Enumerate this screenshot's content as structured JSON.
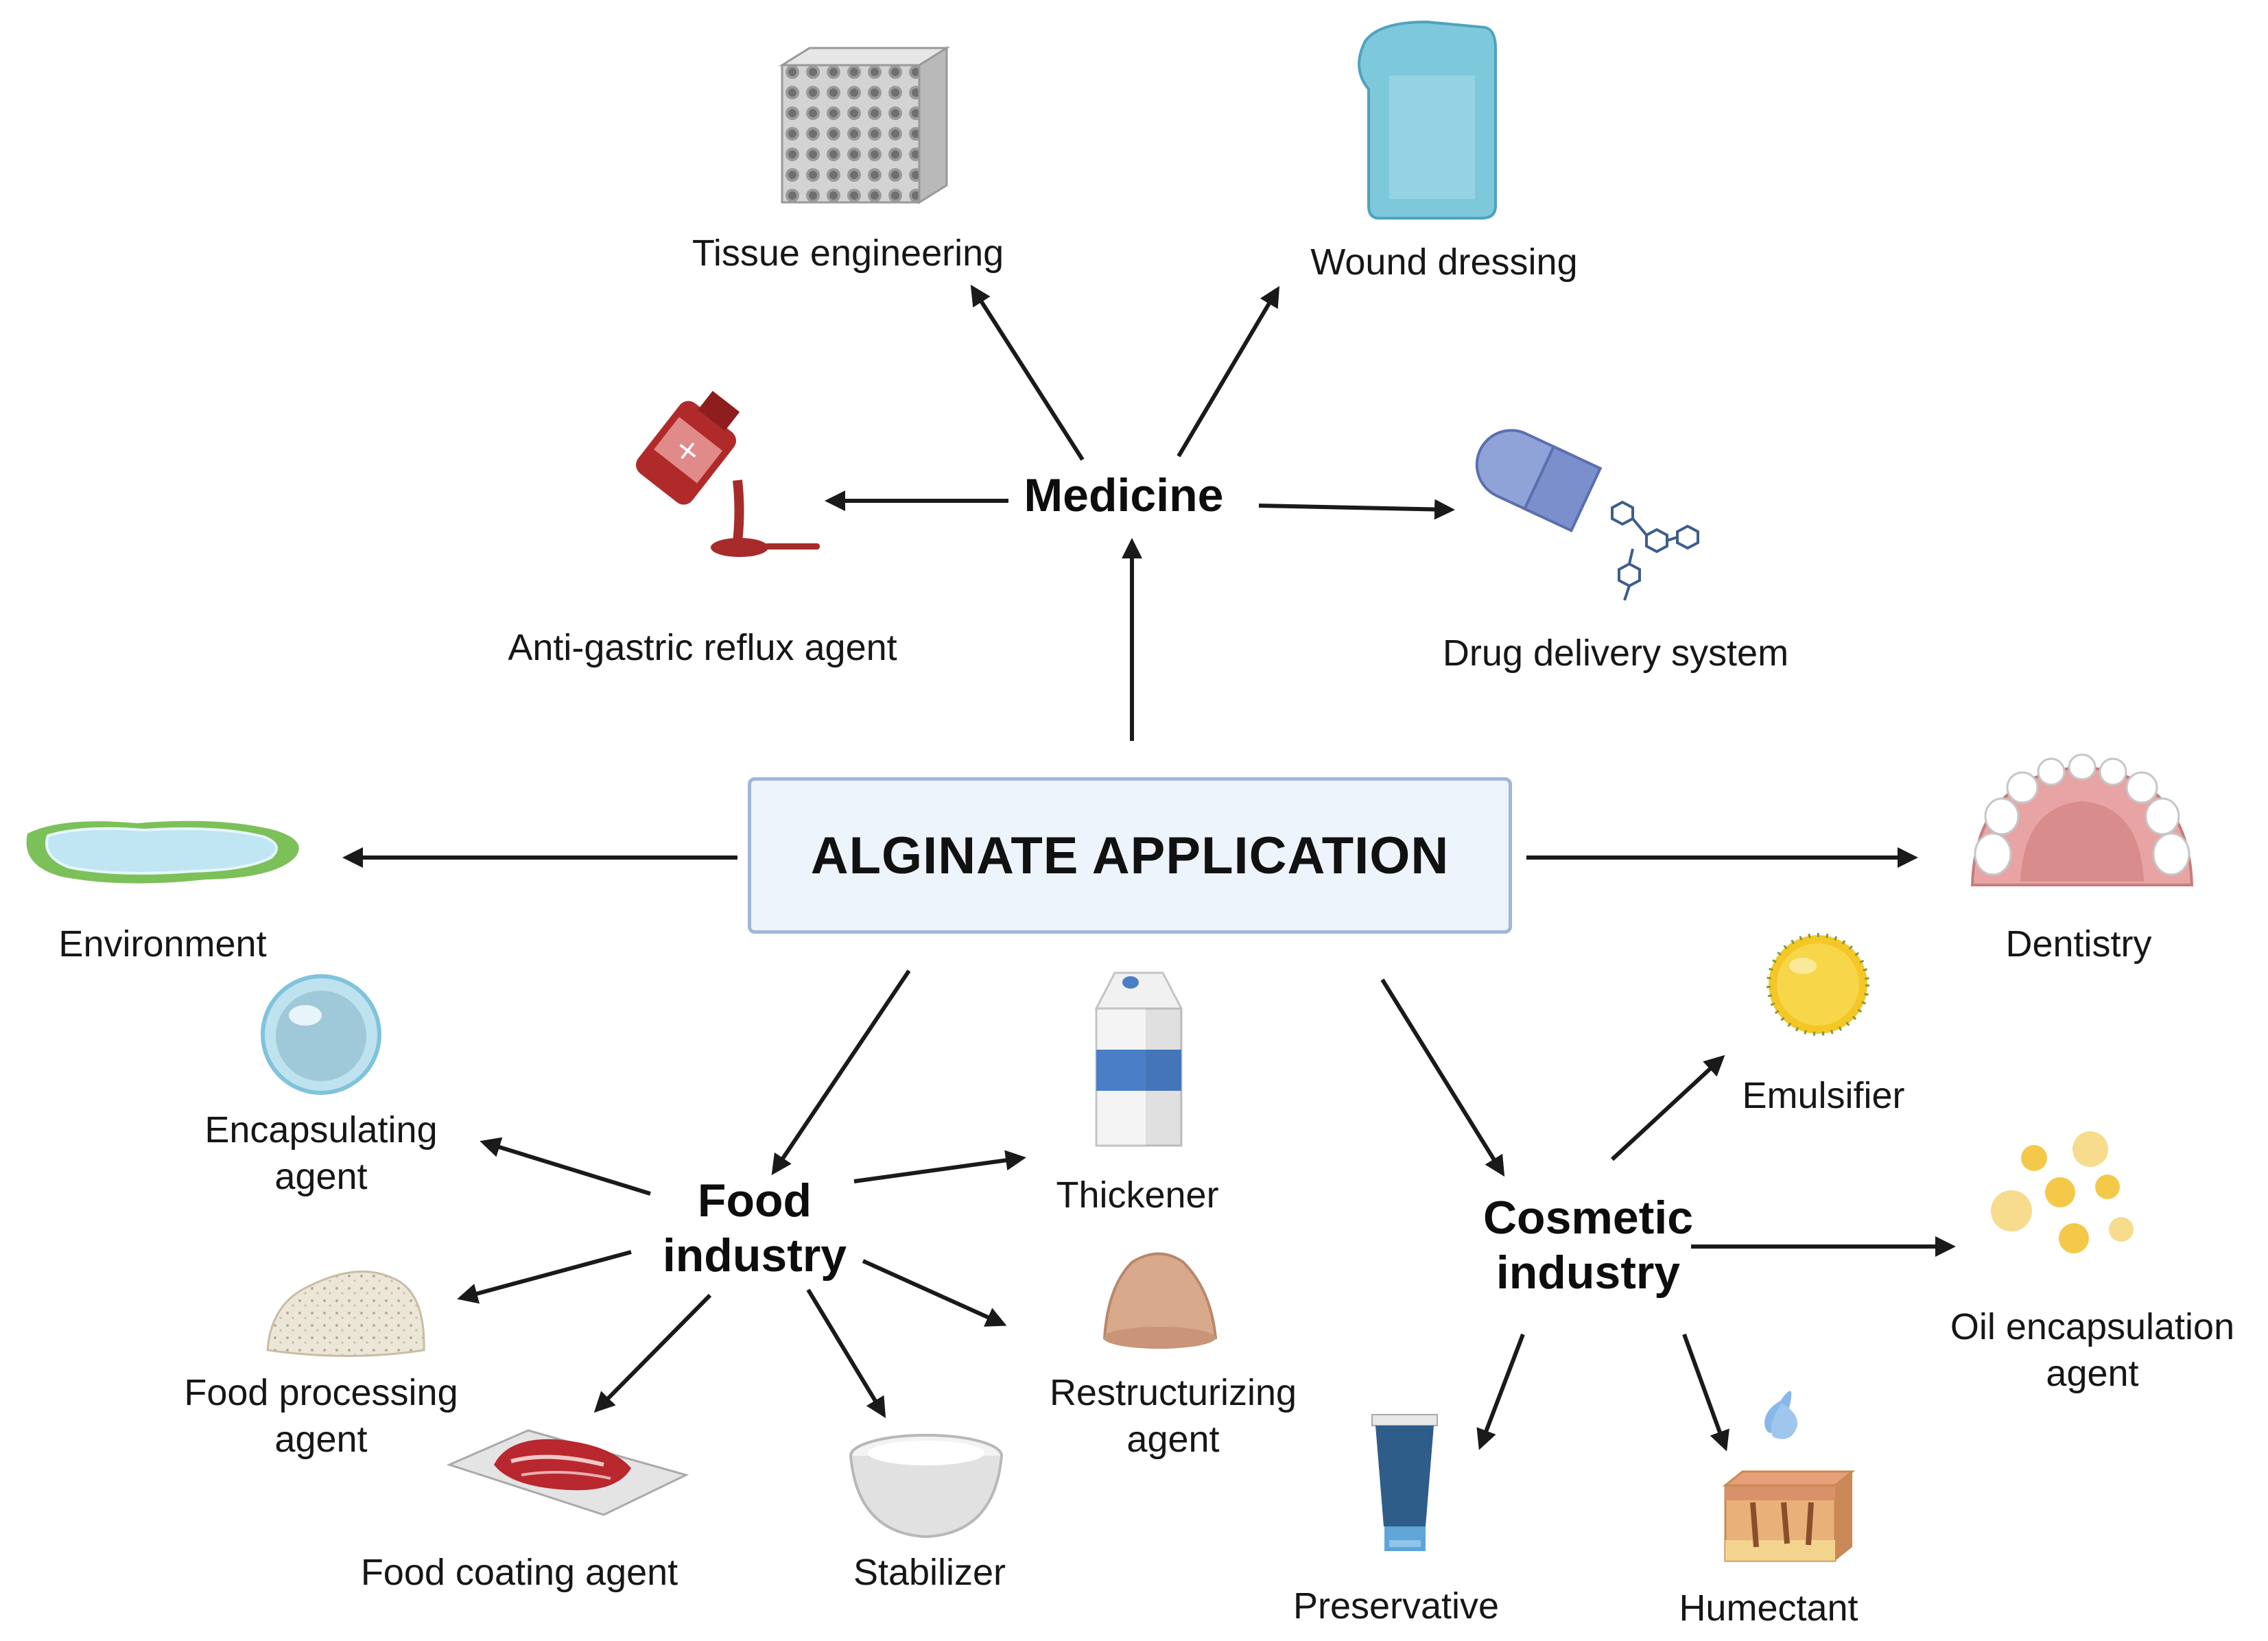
{
  "center": {
    "title": "ALGINATE APPLICATION"
  },
  "hubs": {
    "medicine": "Medicine",
    "food_line1": "Food",
    "food_line2": "industry",
    "cosmetic_line1": "Cosmetic",
    "cosmetic_line2": "industry"
  },
  "medicine": {
    "tissue_engineering": "Tissue engineering",
    "wound_dressing": "Wound dressing",
    "anti_gastric": "Anti-gastric reflux agent",
    "drug_delivery": "Drug delivery system"
  },
  "direct": {
    "environment": "Environment",
    "dentistry": "Dentistry"
  },
  "food": {
    "encapsulating_1": "Encapsulating",
    "encapsulating_2": "agent",
    "thickener": "Thickener",
    "processing_1": "Food processing",
    "processing_2": "agent",
    "restructurizing_1": "Restructurizing",
    "restructurizing_2": "agent",
    "coating": "Food coating agent",
    "stabilizer": "Stabilizer"
  },
  "cosmetic": {
    "emulsifier": "Emulsifier",
    "oil_1": "Oil encapsulation",
    "oil_2": "agent",
    "preservative": "Preservative",
    "humectant": "Humectant"
  },
  "colors": {
    "arrow": "#1a1a1a",
    "center_fill": "#eef4fb",
    "center_border": "#9fb7d9"
  },
  "icons": [
    "porous-scaffold-cube-icon",
    "gel-pad-icon",
    "syrup-bottle-spoon-icon",
    "capsule-molecules-icon",
    "water-pond-icon",
    "teeth-palate-icon",
    "bubble-sphere-icon",
    "milk-carton-icon",
    "powder-pile-icon",
    "gel-dome-icon",
    "meat-tray-icon",
    "bowl-icon",
    "emulsion-droplet-icon",
    "oil-droplets-icon",
    "cream-tube-icon",
    "skin-droplet-icon"
  ]
}
